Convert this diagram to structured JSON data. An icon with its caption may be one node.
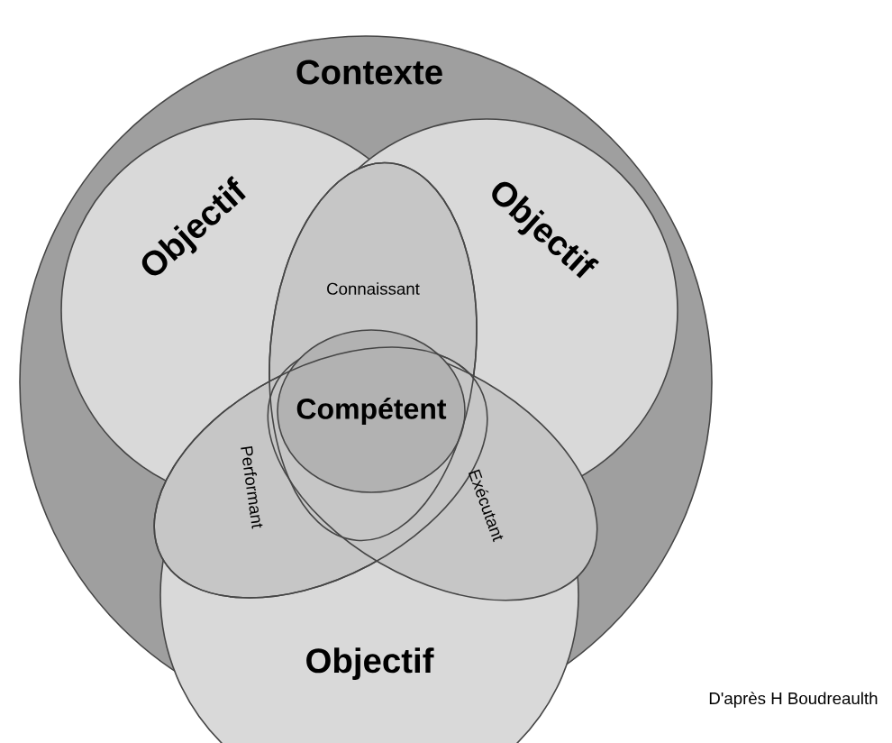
{
  "diagram": {
    "nodes": [
      {
        "text": [
          "Contexte"
        ]
      },
      {
        "text": [
          "Objectif"
        ]
      },
      {
        "text": [
          "Objectif"
        ]
      },
      {
        "text": [
          "Objectif"
        ]
      },
      {
        "text": [
          "Connaissant"
        ]
      },
      {
        "text": [
          "Performant"
        ]
      },
      {
        "text": [
          "Exécutant"
        ]
      },
      {
        "text": [
          "Compétent"
        ]
      }
    ],
    "labels": [
      "D'après H Boudreaulth"
    ]
  }
}
